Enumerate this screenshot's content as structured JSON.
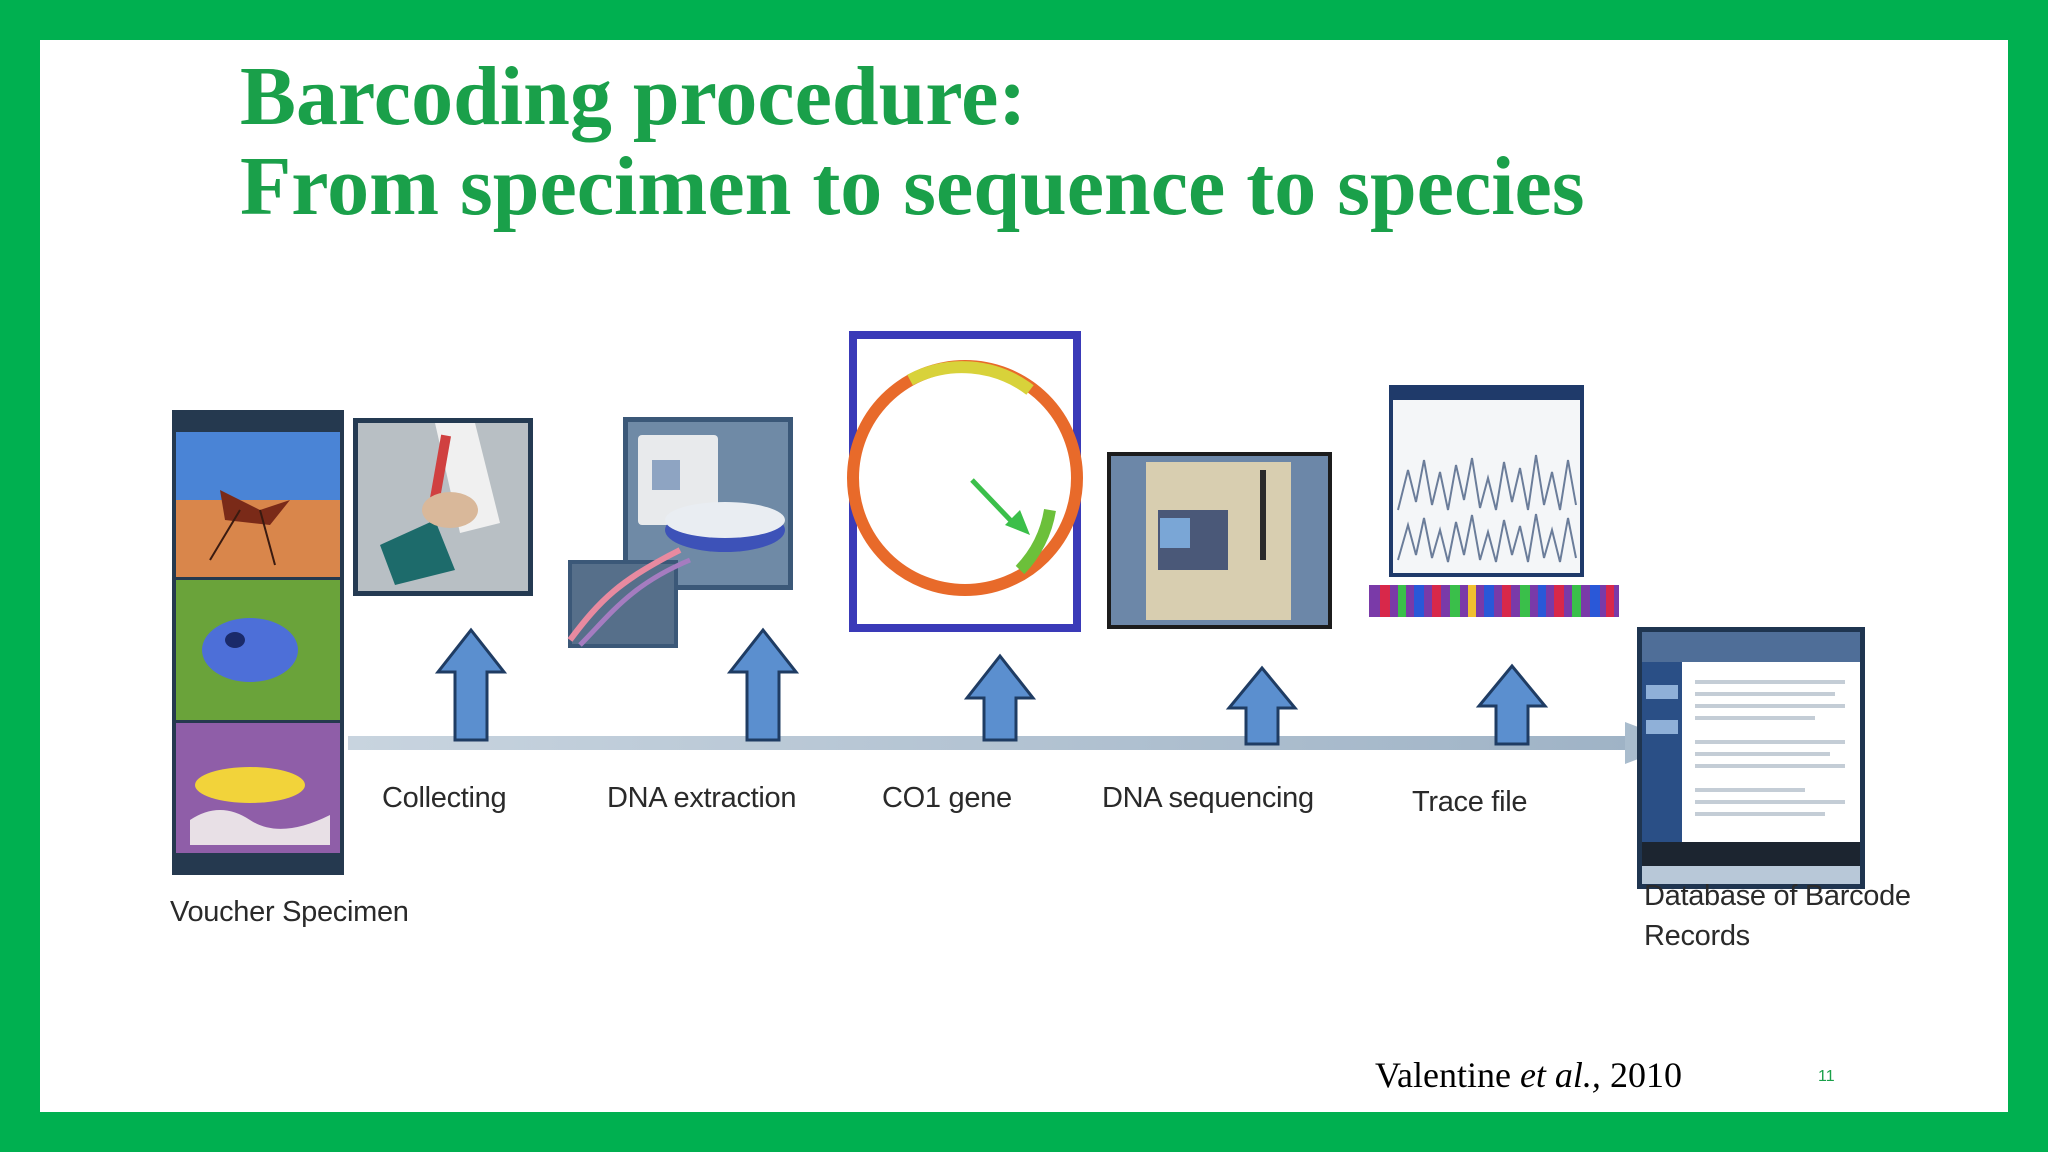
{
  "slide": {
    "title_line1": "Barcoding procedure:",
    "title_line2": "From specimen to sequence to species",
    "citation_author": "Valentine",
    "citation_etal": "et al.,",
    "citation_year": "2010",
    "page_number": "11"
  },
  "diagram": {
    "steps": [
      {
        "label": "Collecting"
      },
      {
        "label": "DNA extraction"
      },
      {
        "label": "CO1 gene"
      },
      {
        "label": "DNA sequencing"
      },
      {
        "label": "Trace file"
      }
    ],
    "start_label": "Voucher Specimen",
    "end_label_line1": "Database of Barcode",
    "end_label_line2": "Records",
    "colors": {
      "arrow_fill": "#5b8fcf",
      "arrow_stroke": "#1f3c63",
      "timeline": "#a9bccd",
      "frame": "#1f3550",
      "title_green": "#1aa04a",
      "border_green": "#00b050"
    }
  }
}
